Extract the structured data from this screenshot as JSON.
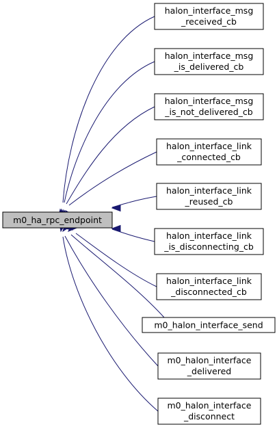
{
  "graph": {
    "focus": {
      "label": "m0_ha_rpc_endpoint"
    },
    "callers": [
      {
        "id": "received",
        "lines": [
          "halon_interface_msg",
          "_received_cb"
        ]
      },
      {
        "id": "is-delivered",
        "lines": [
          "halon_interface_msg",
          "_is_delivered_cb"
        ]
      },
      {
        "id": "is-not-delivered",
        "lines": [
          "halon_interface_msg",
          "_is_not_delivered_cb"
        ]
      },
      {
        "id": "link-connected",
        "lines": [
          "halon_interface_link",
          "_connected_cb"
        ]
      },
      {
        "id": "link-reused",
        "lines": [
          "halon_interface_link",
          "_reused_cb"
        ]
      },
      {
        "id": "link-is-disconnecting",
        "lines": [
          "halon_interface_link",
          "_is_disconnecting_cb"
        ]
      },
      {
        "id": "link-disconnected",
        "lines": [
          "halon_interface_link",
          "_disconnected_cb"
        ]
      },
      {
        "id": "send",
        "lines": [
          "m0_halon_interface_send"
        ]
      },
      {
        "id": "delivered",
        "lines": [
          "m0_halon_interface",
          "_delivered"
        ]
      },
      {
        "id": "disconnect",
        "lines": [
          "m0_halon_interface",
          "_disconnect"
        ]
      }
    ],
    "colors": {
      "edge": "#191970",
      "focus_fill": "#bfbfbf",
      "node_fill": "#ffffff",
      "node_border": "#000000"
    }
  }
}
